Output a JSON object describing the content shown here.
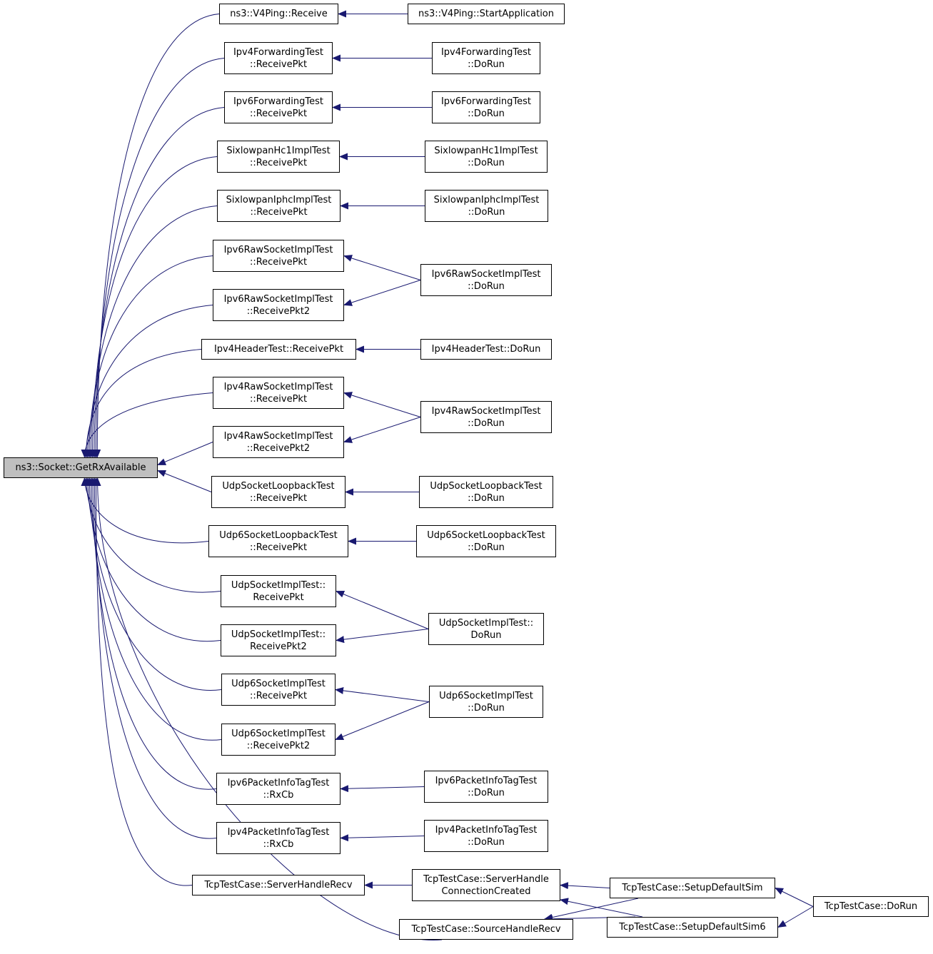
{
  "colors": {
    "edge": "#191970",
    "root_fill": "#bfbfbf",
    "node_border": "#000000"
  },
  "nodes": {
    "root": {
      "lines": [
        "ns3::Socket::GetRxAvailable"
      ]
    },
    "v4ping_receive": {
      "lines": [
        "ns3::V4Ping::Receive"
      ]
    },
    "v4ping_start": {
      "lines": [
        "ns3::V4Ping::StartApplication"
      ]
    },
    "ipv4fwd_recv": {
      "lines": [
        "Ipv4ForwardingTest",
        "::ReceivePkt"
      ]
    },
    "ipv4fwd_run": {
      "lines": [
        "Ipv4ForwardingTest",
        "::DoRun"
      ]
    },
    "ipv6fwd_recv": {
      "lines": [
        "Ipv6ForwardingTest",
        "::ReceivePkt"
      ]
    },
    "ipv6fwd_run": {
      "lines": [
        "Ipv6ForwardingTest",
        "::DoRun"
      ]
    },
    "hc1_recv": {
      "lines": [
        "SixlowpanHc1ImplTest",
        "::ReceivePkt"
      ]
    },
    "hc1_run": {
      "lines": [
        "SixlowpanHc1ImplTest",
        "::DoRun"
      ]
    },
    "iphc_recv": {
      "lines": [
        "SixlowpanIphcImplTest",
        "::ReceivePkt"
      ]
    },
    "iphc_run": {
      "lines": [
        "SixlowpanIphcImplTest",
        "::DoRun"
      ]
    },
    "ipv6raw_recv": {
      "lines": [
        "Ipv6RawSocketImplTest",
        "::ReceivePkt"
      ]
    },
    "ipv6raw_recv2": {
      "lines": [
        "Ipv6RawSocketImplTest",
        "::ReceivePkt2"
      ]
    },
    "ipv6raw_run": {
      "lines": [
        "Ipv6RawSocketImplTest",
        "::DoRun"
      ]
    },
    "ipv4hdr_recv": {
      "lines": [
        "Ipv4HeaderTest::ReceivePkt"
      ]
    },
    "ipv4hdr_run": {
      "lines": [
        "Ipv4HeaderTest::DoRun"
      ]
    },
    "ipv4raw_recv": {
      "lines": [
        "Ipv4RawSocketImplTest",
        "::ReceivePkt"
      ]
    },
    "ipv4raw_recv2": {
      "lines": [
        "Ipv4RawSocketImplTest",
        "::ReceivePkt2"
      ]
    },
    "ipv4raw_run": {
      "lines": [
        "Ipv4RawSocketImplTest",
        "::DoRun"
      ]
    },
    "udploop_recv": {
      "lines": [
        "UdpSocketLoopbackTest",
        "::ReceivePkt"
      ]
    },
    "udploop_run": {
      "lines": [
        "UdpSocketLoopbackTest",
        "::DoRun"
      ]
    },
    "udp6loop_recv": {
      "lines": [
        "Udp6SocketLoopbackTest",
        "::ReceivePkt"
      ]
    },
    "udp6loop_run": {
      "lines": [
        "Udp6SocketLoopbackTest",
        "::DoRun"
      ]
    },
    "udpimpl_recv": {
      "lines": [
        "UdpSocketImplTest::",
        "ReceivePkt"
      ]
    },
    "udpimpl_recv2": {
      "lines": [
        "UdpSocketImplTest::",
        "ReceivePkt2"
      ]
    },
    "udpimpl_run": {
      "lines": [
        "UdpSocketImplTest::",
        "DoRun"
      ]
    },
    "udp6impl_recv": {
      "lines": [
        "Udp6SocketImplTest",
        "::ReceivePkt"
      ]
    },
    "udp6impl_recv2": {
      "lines": [
        "Udp6SocketImplTest",
        "::ReceivePkt2"
      ]
    },
    "udp6impl_run": {
      "lines": [
        "Udp6SocketImplTest",
        "::DoRun"
      ]
    },
    "ipv6info_rx": {
      "lines": [
        "Ipv6PacketInfoTagTest",
        "::RxCb"
      ]
    },
    "ipv6info_run": {
      "lines": [
        "Ipv6PacketInfoTagTest",
        "::DoRun"
      ]
    },
    "ipv4info_rx": {
      "lines": [
        "Ipv4PacketInfoTagTest",
        "::RxCb"
      ]
    },
    "ipv4info_run": {
      "lines": [
        "Ipv4PacketInfoTagTest",
        "::DoRun"
      ]
    },
    "tcp_server_recv": {
      "lines": [
        "TcpTestCase::ServerHandleRecv"
      ]
    },
    "tcp_server_conn": {
      "lines": [
        "TcpTestCase::ServerHandle",
        "ConnectionCreated"
      ]
    },
    "tcp_source_recv": {
      "lines": [
        "TcpTestCase::SourceHandleRecv"
      ]
    },
    "tcp_setup": {
      "lines": [
        "TcpTestCase::SetupDefaultSim"
      ]
    },
    "tcp_setup6": {
      "lines": [
        "TcpTestCase::SetupDefaultSim6"
      ]
    },
    "tcp_run": {
      "lines": [
        "TcpTestCase::DoRun"
      ]
    }
  },
  "edges": [
    [
      "v4ping_start",
      "v4ping_receive"
    ],
    [
      "ipv4fwd_run",
      "ipv4fwd_recv"
    ],
    [
      "ipv6fwd_run",
      "ipv6fwd_recv"
    ],
    [
      "hc1_run",
      "hc1_recv"
    ],
    [
      "iphc_run",
      "iphc_recv"
    ],
    [
      "ipv6raw_run",
      "ipv6raw_recv"
    ],
    [
      "ipv6raw_run",
      "ipv6raw_recv2"
    ],
    [
      "ipv4hdr_run",
      "ipv4hdr_recv"
    ],
    [
      "ipv4raw_run",
      "ipv4raw_recv"
    ],
    [
      "ipv4raw_run",
      "ipv4raw_recv2"
    ],
    [
      "udploop_run",
      "udploop_recv"
    ],
    [
      "udp6loop_run",
      "udp6loop_recv"
    ],
    [
      "udpimpl_run",
      "udpimpl_recv"
    ],
    [
      "udpimpl_run",
      "udpimpl_recv2"
    ],
    [
      "udp6impl_run",
      "udp6impl_recv"
    ],
    [
      "udp6impl_run",
      "udp6impl_recv2"
    ],
    [
      "ipv6info_run",
      "ipv6info_rx"
    ],
    [
      "ipv4info_run",
      "ipv4info_rx"
    ],
    [
      "tcp_server_conn",
      "tcp_server_recv"
    ],
    [
      "tcp_setup",
      "tcp_server_conn"
    ],
    [
      "tcp_setup6",
      "tcp_server_conn"
    ],
    [
      "tcp_setup",
      "tcp_source_recv"
    ],
    [
      "tcp_setup6",
      "tcp_source_recv"
    ],
    [
      "tcp_run",
      "tcp_setup"
    ],
    [
      "tcp_run",
      "tcp_setup6"
    ]
  ]
}
